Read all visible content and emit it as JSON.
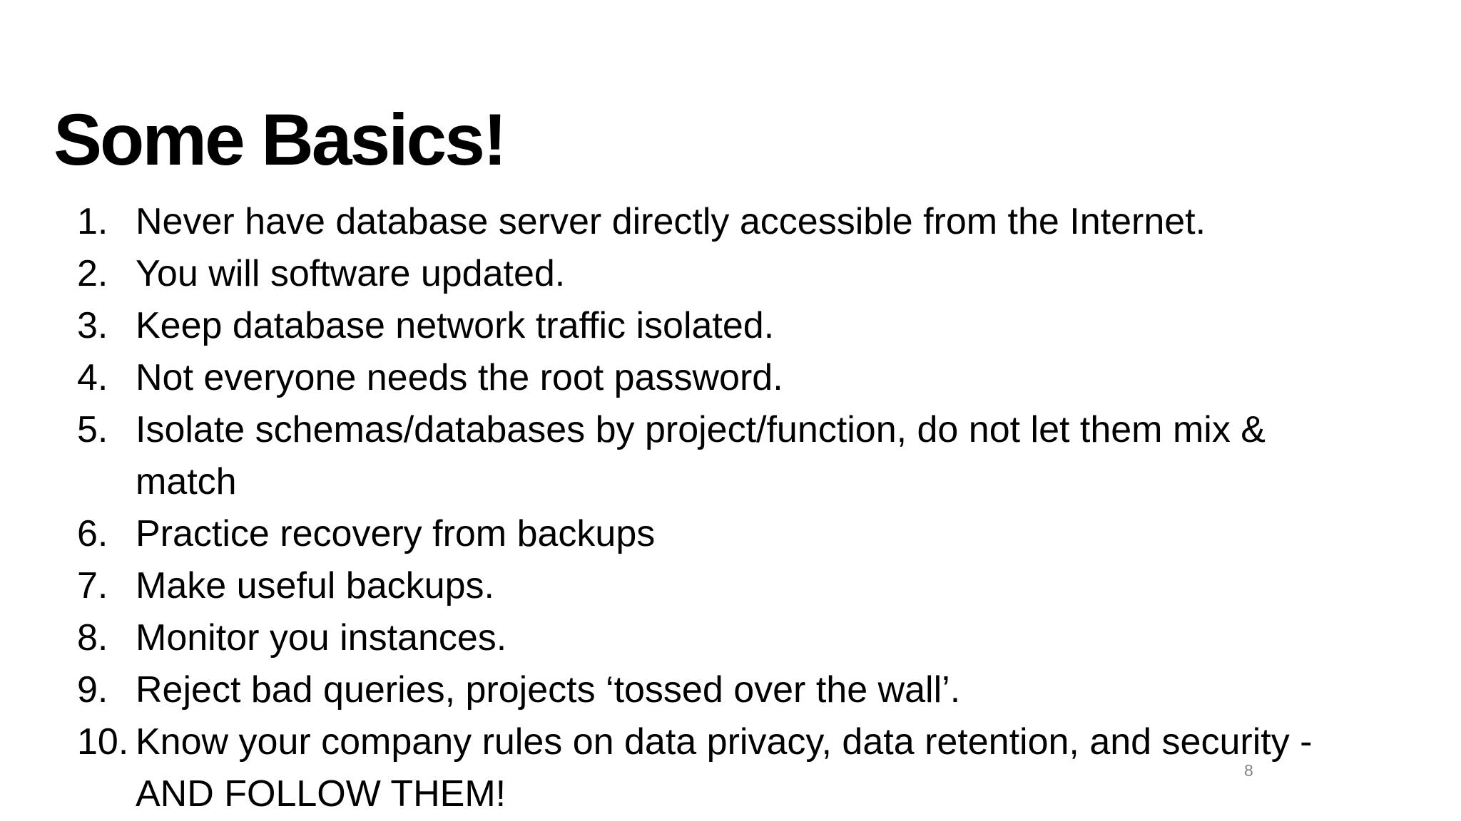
{
  "slide": {
    "title": "Some Basics!",
    "items": [
      {
        "num": "1.",
        "text": "Never have database server directly accessible from the Internet."
      },
      {
        "num": "2.",
        "text": "You will software updated."
      },
      {
        "num": "3.",
        "text": "Keep database network traffic isolated."
      },
      {
        "num": "4.",
        "text": "Not everyone needs the root password."
      },
      {
        "num": "5.",
        "text": "Isolate schemas/databases by project/function, do not let them mix &\nmatch"
      },
      {
        "num": "6.",
        "text": "Practice recovery from backups"
      },
      {
        "num": "7.",
        "text": "Make useful backups."
      },
      {
        "num": "8.",
        "text": "Monitor you instances."
      },
      {
        "num": "9.",
        "text": "Reject bad queries, projects ‘tossed over the wall’."
      },
      {
        "num": "10.",
        "text": "Know your company rules on data privacy, data retention, and security -\nAND FOLLOW THEM!"
      }
    ],
    "page_number": "8",
    "colors": {
      "background": "#ffffff",
      "text": "#000000",
      "page_number": "#848484"
    }
  }
}
